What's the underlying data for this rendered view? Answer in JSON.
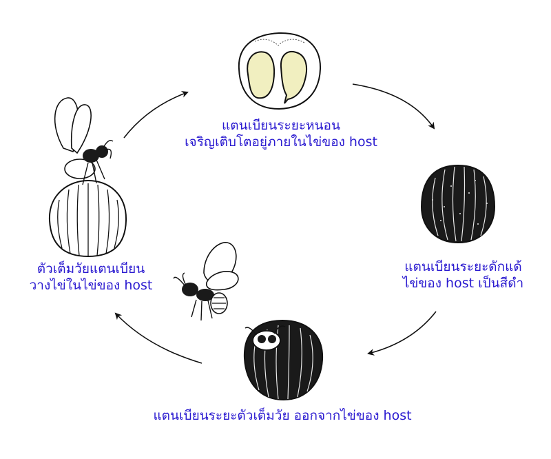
{
  "diagram": {
    "stages": [
      {
        "lines": [
          "แตนเบียนระยะหนอน",
          "เจริญเติบโตอยู่ภายในไข่ของ  host"
        ]
      },
      {
        "lines": [
          "แตนเบียนระยะดักแด้",
          "ไข่ของ host เป็นสีดำ"
        ]
      },
      {
        "lines": [
          "แตนเบียนระยะตัวเต็มวัย ออกจากไข่ของ host"
        ]
      },
      {
        "lines": [
          "ตัวเต็มวัยแตนเบียน",
          "วางไข่ในไข่ของ host"
        ]
      }
    ],
    "colors": {
      "label_text": "#2a1ad0",
      "larva_fill": "#f1efc0",
      "egg_dark": "#1a1a1a",
      "egg_outline": "#111111"
    }
  }
}
